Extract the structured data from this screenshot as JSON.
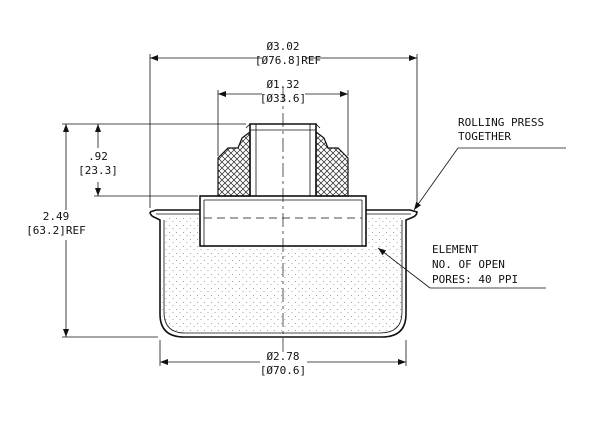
{
  "dimensions": {
    "top_outer": {
      "line1": "Ø3.02",
      "line2": "[Ø76.8]REF"
    },
    "top_inner": {
      "line1": "Ø1.32",
      "line2": "[Ø33.6]"
    },
    "height_fitting": {
      "line1": ".92",
      "line2": "[23.3]"
    },
    "height_total": {
      "line1": "2.49",
      "line2": "[63.2]REF"
    },
    "bottom": {
      "line1": "Ø2.78",
      "line2": "[Ø70.6]"
    }
  },
  "callouts": {
    "rolling": {
      "line1": "ROLLING PRESS",
      "line2": "TOGETHER"
    },
    "element": {
      "line1": "ELEMENT",
      "line2": "NO. OF OPEN",
      "line3": "PORES: 40 PPI"
    }
  }
}
